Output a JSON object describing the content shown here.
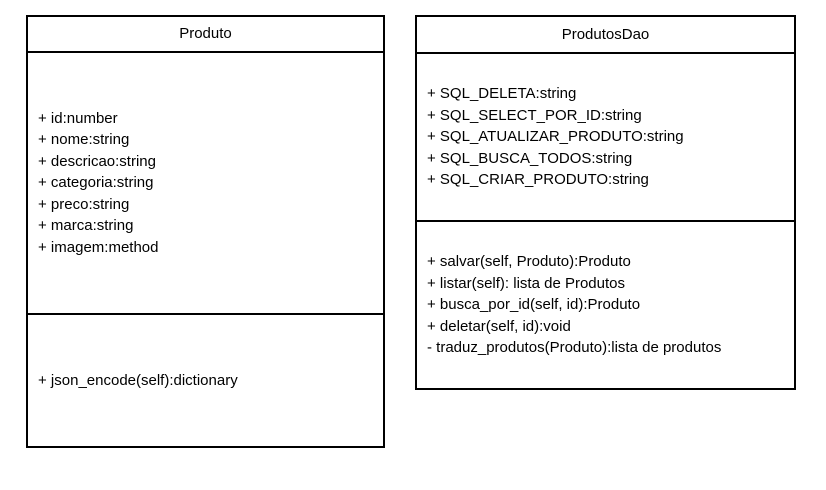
{
  "colors": {
    "border": "#000000",
    "text": "#000000",
    "canvas": "#ffffff"
  },
  "classes": [
    {
      "name": "Produto",
      "attributes": [
        "+ id:number",
        "+ nome:string",
        "+ descricao:string",
        "+ categoria:string",
        "+ preco:string",
        "+ marca:string",
        "+ imagem:method"
      ],
      "methods": [
        "+ json_encode(self):dictionary"
      ]
    },
    {
      "name": "ProdutosDao",
      "attributes": [
        "+ SQL_DELETA:string",
        "+ SQL_SELECT_POR_ID:string",
        "+ SQL_ATUALIZAR_PRODUTO:string",
        "+ SQL_BUSCA_TODOS:string",
        "+ SQL_CRIAR_PRODUTO:string"
      ],
      "methods": [
        "+ salvar(self, Produto):Produto",
        "+ listar(self): lista de Produtos",
        "+ busca_por_id(self, id):Produto",
        "+ deletar(self, id):void",
        "- traduz_produtos(Produto):lista de produtos"
      ]
    }
  ]
}
